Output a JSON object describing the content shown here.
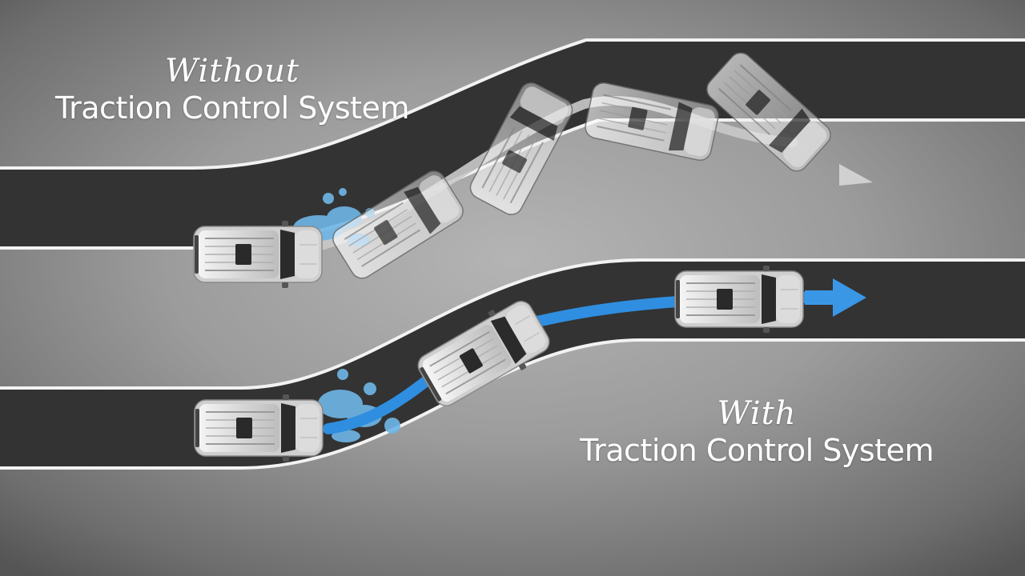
{
  "captions": {
    "without": {
      "qualifier": "Without",
      "system": "Traction Control System"
    },
    "with": {
      "qualifier": "With",
      "system": "Traction Control System"
    }
  },
  "colors": {
    "road": "#333333",
    "road_edge": "#f2f2f2",
    "water": "#6fb6e8",
    "path_arrow": "#2f8ee0",
    "car_body": "#d9d9d9"
  },
  "icons": {
    "car": "suv-top-view",
    "water": "water-splash",
    "arrow": "direction-arrow"
  }
}
